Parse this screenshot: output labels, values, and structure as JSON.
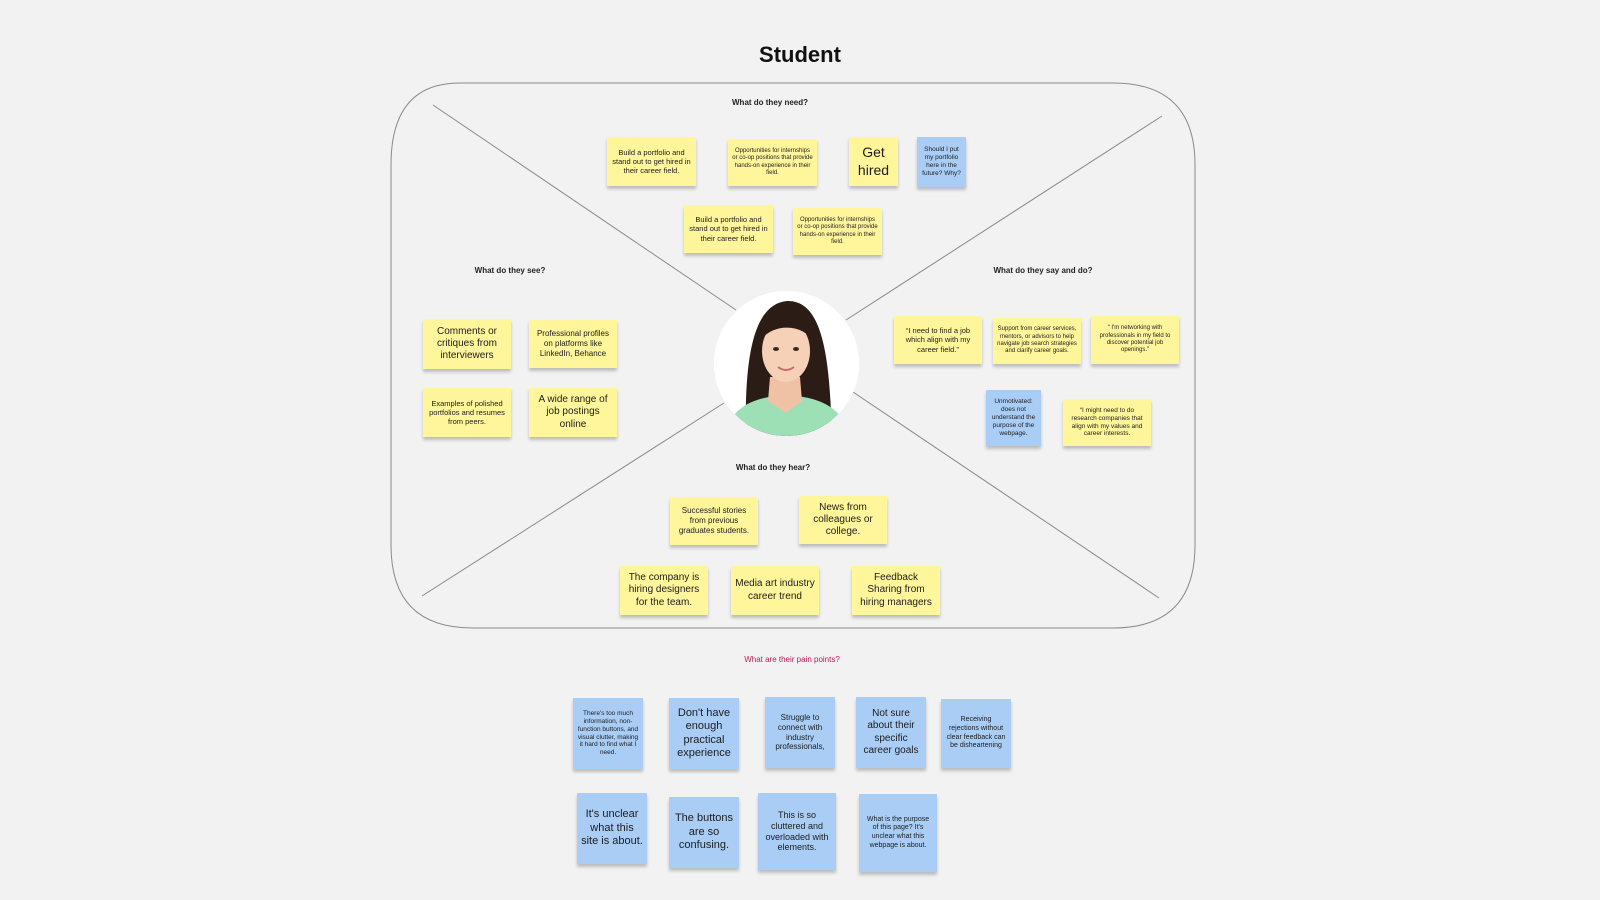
{
  "title": "Student",
  "sections": {
    "need": "What do they need?",
    "see": "What do they see?",
    "say_do": "What do they say and do?",
    "hear": "What do they hear?",
    "pain": "What are their pain points?"
  },
  "colors": {
    "background": "#f2f2f2",
    "yellow_note": "#fff59b",
    "blue_note": "#a9cdf5",
    "pain_label": "#c2185b"
  },
  "persona_image": "student-portrait",
  "notes": {
    "need": [
      {
        "text": "Build a portfolio and stand out to get hired in their career field.",
        "color": "yellow"
      },
      {
        "text": "Opportunities for internships or co-op positions that provide hands-on experience in their field.",
        "color": "yellow"
      },
      {
        "text": "Get hired",
        "color": "yellow"
      },
      {
        "text": "Should I put my portfolio here in the future? Why?",
        "color": "blue"
      },
      {
        "text": "Build a portfolio and stand out to get hired in their career field.",
        "color": "yellow"
      },
      {
        "text": "Opportunities for internships or co-op positions that provide hands-on experience in their field.",
        "color": "yellow"
      }
    ],
    "see": [
      {
        "text": "Comments or critiques from interviewers",
        "color": "yellow"
      },
      {
        "text": "Professional profiles on platforms like LinkedIn, Behance",
        "color": "yellow"
      },
      {
        "text": "Examples of polished portfolios and resumes from peers.",
        "color": "yellow"
      },
      {
        "text": "A wide range of job postings online",
        "color": "yellow"
      }
    ],
    "say_do": [
      {
        "text": "“I need to find a job which align with my career field.”",
        "color": "yellow"
      },
      {
        "text": "Support from career services, mentors, or advisors to help navigate job search strategies and clarify career goals.",
        "color": "yellow"
      },
      {
        "text": "“ I'm networking with professionals in my field to discover potential job openings.”",
        "color": "yellow"
      },
      {
        "text": "Unmotivated: does not understand the purpose of the webpage.",
        "color": "blue"
      },
      {
        "text": "“I might need to do research companies that align with my values and career interests.",
        "color": "yellow"
      }
    ],
    "hear": [
      {
        "text": "Successful stories from previous graduates students.",
        "color": "yellow"
      },
      {
        "text": "News from colleagues or college.",
        "color": "yellow"
      },
      {
        "text": "The company is hiring designers for the team.",
        "color": "yellow"
      },
      {
        "text": "Media art industry career trend",
        "color": "yellow"
      },
      {
        "text": "Feedback Sharing from hiring managers",
        "color": "yellow"
      }
    ],
    "pain": [
      {
        "text": "There's too much information, non-function buttons, and visual clutter, making it hard to find what I need.",
        "color": "blue"
      },
      {
        "text": "Don't have enough practical experience",
        "color": "blue"
      },
      {
        "text": "Struggle to connect with industry professionals,",
        "color": "blue"
      },
      {
        "text": "Not sure about their specific career goals",
        "color": "blue"
      },
      {
        "text": "Receiving rejections without clear feedback can be disheartening",
        "color": "blue"
      },
      {
        "text": "It's unclear what this site is about.",
        "color": "blue"
      },
      {
        "text": "The buttons are so confusing.",
        "color": "blue"
      },
      {
        "text": "This is so cluttered and overloaded with elements.",
        "color": "blue"
      },
      {
        "text": "What is the purpose of this page? It's unclear what this webpage is about.",
        "color": "blue"
      }
    ]
  }
}
